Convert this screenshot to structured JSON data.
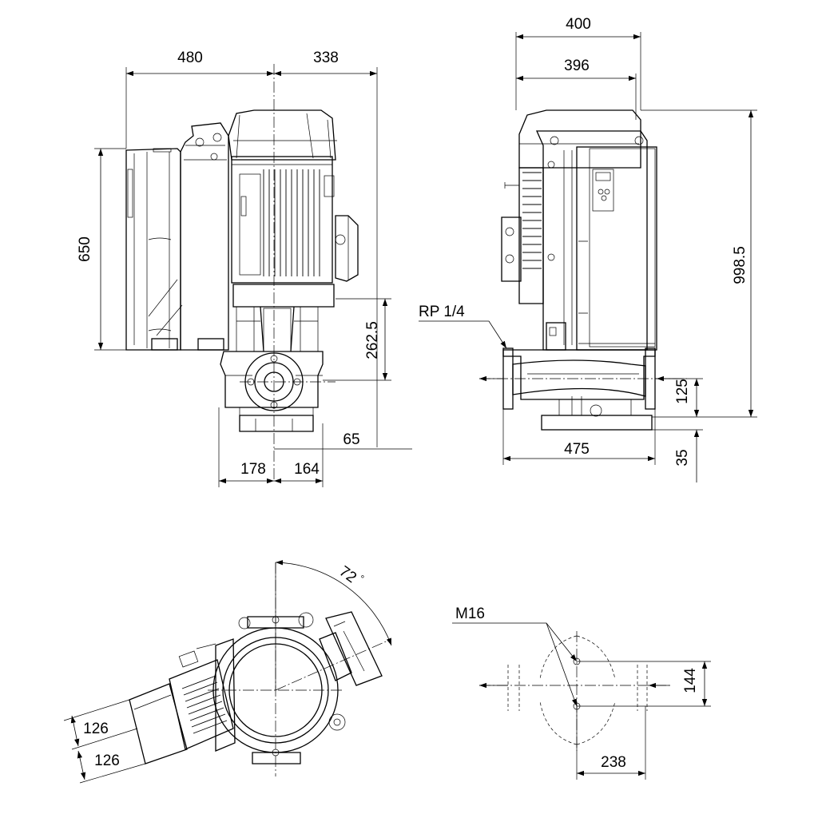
{
  "dimensions": {
    "front_width_left": "480",
    "front_width_right": "338",
    "front_height": "650",
    "pump_axis_height": "262.5",
    "base_offset": "65",
    "base_left": "178",
    "base_right": "164",
    "side_width_outer": "400",
    "side_width_inner": "396",
    "side_total_height": "998.5",
    "connection": "RP 1/4",
    "flange_height": "125",
    "flange_length": "475",
    "base_height": "35",
    "rotation_angle": "72",
    "angle_unit": "°",
    "motor_offset_top": "126",
    "motor_offset_bottom": "126",
    "bolt_thread": "M16",
    "bolt_spacing_y": "144",
    "bolt_spacing_x": "238"
  }
}
